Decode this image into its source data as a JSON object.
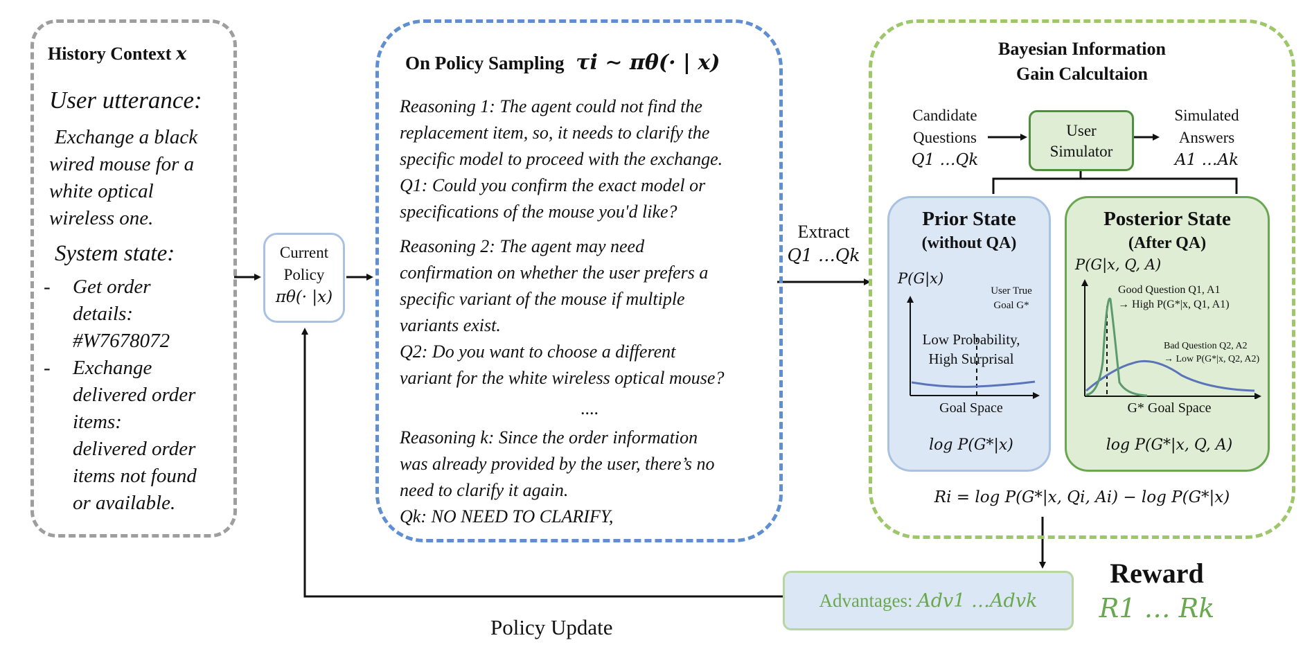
{
  "history": {
    "title": "History Context",
    "title_var": "x",
    "user_utterance_label": "User utterance:",
    "utterance_lines": [
      "Exchange a black",
      "wired mouse for a",
      "white optical",
      "wireless one."
    ],
    "system_state_label": "System state:",
    "state_items": [
      {
        "bullet": "-",
        "lines": [
          "Get order",
          "details:",
          "#W7678072"
        ]
      },
      {
        "bullet": "-",
        "lines": [
          "Exchange",
          "delivered order",
          "items:",
          "delivered order",
          "items not found",
          "or available."
        ]
      }
    ]
  },
  "policy": {
    "line1": "Current",
    "line2": "Policy",
    "formula": "πθ(· |x)"
  },
  "sampling": {
    "title": "On Policy Sampling",
    "title_formula": "τi ∼ πθ(· | x)",
    "blocks": [
      {
        "lines": [
          "Reasoning 1: The agent could not find the",
          "replacement item, so, it needs to clarify the",
          "specific model to proceed with the exchange.",
          "Q1: Could you confirm the exact model or",
          "specifications of the mouse you'd like?"
        ]
      },
      {
        "lines": [
          "Reasoning 2: The agent may need",
          "confirmation on whether the user prefers a",
          "specific variant of the mouse if multiple",
          "variants exist.",
          "Q2: Do you want to choose a different",
          "variant for the white wireless optical mouse?"
        ]
      },
      {
        "lines": [
          "...."
        ]
      },
      {
        "lines": [
          "Reasoning k: Since the order information",
          "was already provided by the user, there’s no",
          "need to clarify it again.",
          "Qk: NO NEED TO CLARIFY,"
        ]
      }
    ]
  },
  "extract": {
    "label": "Extract",
    "formula": "Q1 …Qk"
  },
  "bayes": {
    "title_line1": "Bayesian Information",
    "title_line2": "Gain Calcultaion",
    "candidate": {
      "line1": "Candidate",
      "line2": "Questions",
      "formula": "Q1 …Qk"
    },
    "simulator": {
      "line1": "User",
      "line2": "Simulator"
    },
    "simulated": {
      "line1": "Simulated",
      "line2": "Answers",
      "formula": "A1 …Ak"
    },
    "prior": {
      "title": "Prior State",
      "subtitle": "(without QA)",
      "ylabel": "P(G|x)",
      "true_goal_line1": "User True",
      "true_goal_line2": "Goal G*",
      "note_line1": "Low Probability,",
      "note_line2": "High Surprisal",
      "xlabel": "Goal Space",
      "log_formula": "log P(G*|x)"
    },
    "posterior": {
      "title": "Posterior State",
      "subtitle": "(After QA)",
      "ylabel": "P(G|x, Q, A)",
      "good_line1": "Good Question Q1, A1",
      "good_line2": "→ High P(G*|x, Q1, A1)",
      "bad_line1": "Bad Question Q2, A2",
      "bad_line2": "→ Low P(G*|x, Q2, A2)",
      "xlabel": "G*  Goal Space",
      "log_formula": "log P(G*|x, Q, A)"
    },
    "reward_formula": "Ri = log P(G*|x, Qi, Ai) − log P(G*|x)"
  },
  "reward": {
    "label": "Reward",
    "formula": "R1 … Rk"
  },
  "advantages": {
    "label": "Advantages: ",
    "formula": "Adv1 …Advk"
  },
  "policy_update": {
    "label": "Policy Update"
  },
  "colors": {
    "gray_dash": "#9e9e9e",
    "blue_dash": "#5f8fd0",
    "green_dash": "#9ec76a",
    "blue_fill": "#dce7f5",
    "green_fill": "#deedd3",
    "dark_green": "#4f8f3e",
    "curve_blue": "#5b73b8",
    "curve_green": "#5a9a6c",
    "reward_green": "#6aa84f"
  }
}
